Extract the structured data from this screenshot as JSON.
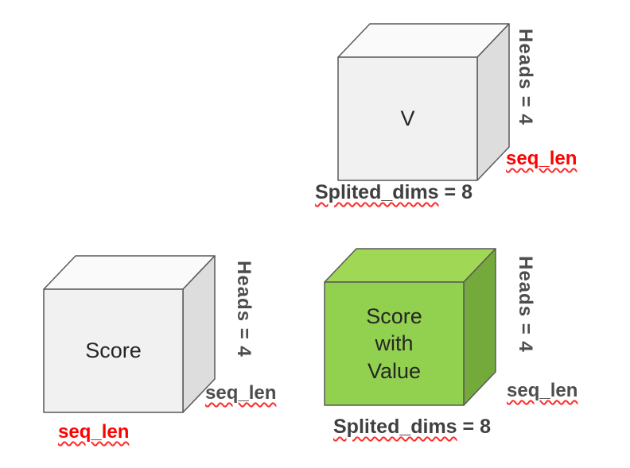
{
  "canvas": {
    "background": "#ffffff"
  },
  "colors": {
    "text_dark": "#404040",
    "text_gray": "#4d4d4d",
    "text_red": "#ff0000",
    "squiggle_red": "#ff2a2a",
    "stroke": "#595959",
    "cube_front": "#f1f1f1",
    "cube_top": "#fafafa",
    "cube_side": "#dddddd",
    "green_front": "#92d050",
    "green_top": "#a0d755",
    "green_side": "#74aa3c"
  },
  "cubes": {
    "v": {
      "label": "V",
      "heads_label": "Heads = 4",
      "seq_len_label": "seq_len",
      "dims_word": "Splited_dims",
      "dims_rest": " = 8"
    },
    "score": {
      "label": "Score",
      "heads_label": "Heads = 4",
      "seq_len_side_label": "seq_len",
      "seq_len_bottom_label": "seq_len"
    },
    "score_with_value": {
      "label_line1": "Score",
      "label_line2": "with",
      "label_line3": "Value",
      "heads_label": "Heads = 4",
      "seq_len_label": "seq_len",
      "dims_word": "Splited_dims",
      "dims_rest": " = 8"
    }
  }
}
